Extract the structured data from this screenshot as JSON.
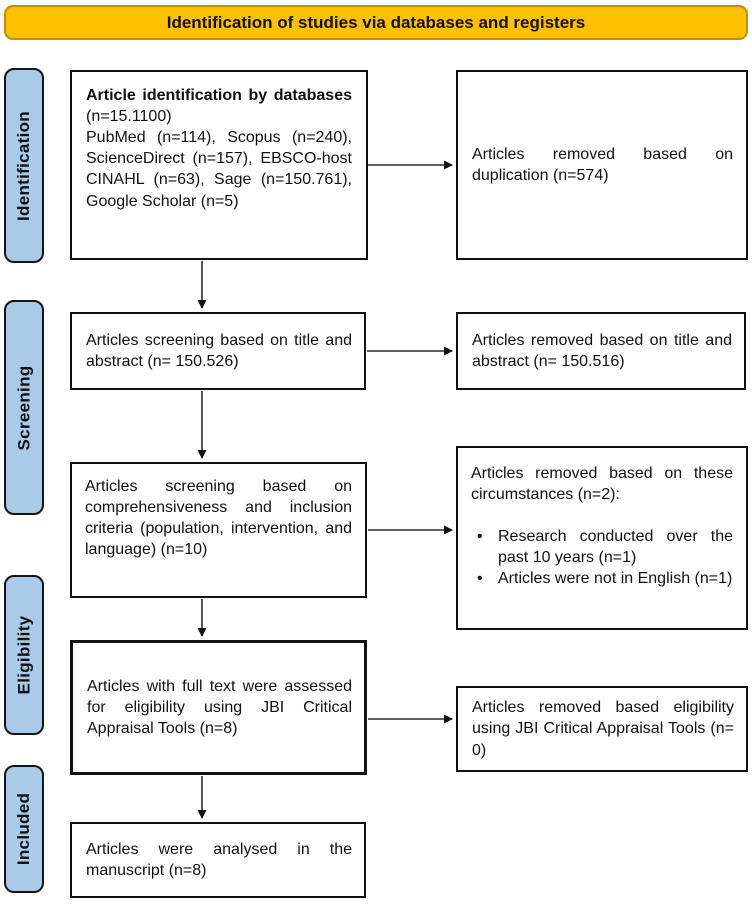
{
  "banner": {
    "title": "Identification of studies via databases and registers"
  },
  "colors": {
    "banner_fill": "#FFC000",
    "banner_border": "#BF9000",
    "stage_fill": "#A9CBE9",
    "box_border": "#111111",
    "arrow": "#2b2b2b"
  },
  "stages": [
    {
      "label": "Identification"
    },
    {
      "label": "Screening"
    },
    {
      "label": "Eligibility"
    },
    {
      "label": "Included"
    }
  ],
  "flow": {
    "box1": {
      "title_bold": "Article identification by databases",
      "title_rest": " (n=15.1100)",
      "body": "PubMed (n=114), Scopus (n=240), ScienceDirect (n=157), EBSCO-host CINAHL (n=63), Sage (n=150.761), Google Scholar (n=5)"
    },
    "box2": {
      "text": "Articles screening based on title and abstract (n= 150.526)"
    },
    "box3": {
      "text": "Articles screening based on comprehensiveness and inclusion criteria (population, intervention, and language) (n=10)"
    },
    "box4": {
      "text": "Articles with full text were assessed for eligibility using JBI Critical Appraisal Tools (n=8)"
    },
    "box5": {
      "text": "Articles were analysed in the manuscript (n=8)"
    }
  },
  "removed": {
    "r1": {
      "text": "Articles removed based on duplication (n=574)"
    },
    "r2": {
      "text": "Articles removed based on title and abstract (n= 150.516)"
    },
    "r3": {
      "intro": "Articles removed based on these circumstances (n=2):",
      "bullets": [
        "Research conducted over the past 10 years (n=1)",
        "Articles were not in English (n=1)"
      ]
    },
    "r4": {
      "text": "Articles removed based eligibility using JBI Critical Appraisal Tools (n= 0)"
    }
  }
}
